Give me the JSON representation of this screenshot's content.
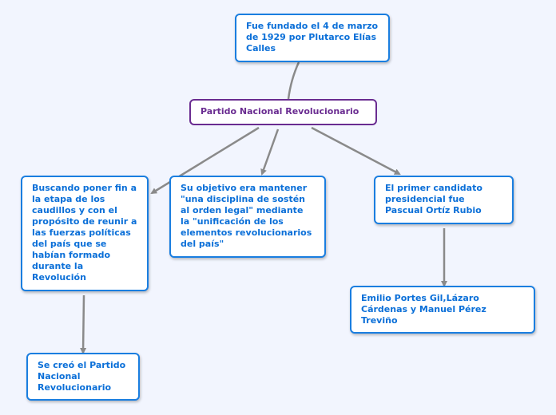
{
  "central": "Partido Nacional Revolucionario",
  "nodes": {
    "founded": "Fue fundado el 4 de marzo de 1929 por Plutarco Elías Calles",
    "purpose": "Buscando poner fin a la etapa de los caudillos y con el propósito de reunir a las fuerzas políticas del país que se habían formado durante la Revolución",
    "objective": "Su objetivo era mantener \"una disciplina de sostén al orden legal\" mediante la \"unificación de los elementos revolucionarios del país\"",
    "candidate": "El primer candidato presidencial fue Pascual Ortíz Rubio",
    "created": "Se creó el Partido Nacional Revolucionario",
    "presidents": "Emilio Portes Gil,Lázaro Cárdenas y Manuel Pérez Treviño"
  },
  "colors": {
    "node_text": "#0a6fd8",
    "node_border": "#1a7ee0",
    "central": "#6a2c91",
    "connector": "#8a8a8a",
    "background": "#f2f5fe"
  }
}
